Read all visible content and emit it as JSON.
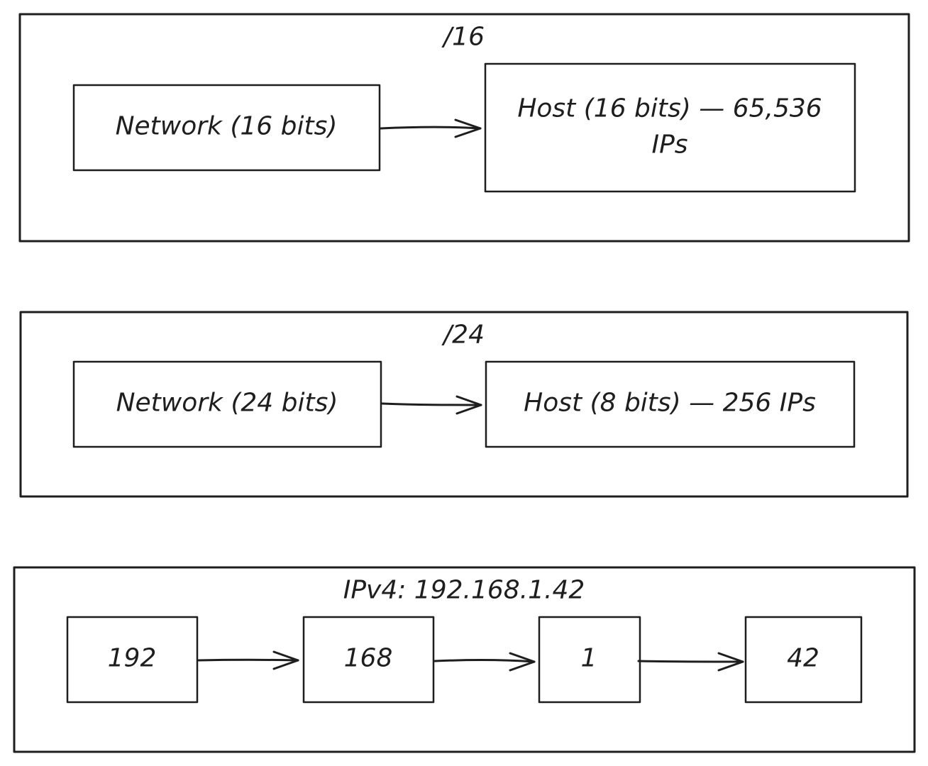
{
  "diagram": {
    "group_16": {
      "title": "/16",
      "network": "Network (16 bits)",
      "host_line1": "Host (16 bits) — 65,536",
      "host_line2": "IPs"
    },
    "group_24": {
      "title": "/24",
      "network": "Network (24 bits)",
      "host": "Host (8 bits) — 256 IPs"
    },
    "group_ipv4": {
      "title": "IPv4: 192.168.1.42",
      "octets": [
        "192",
        "168",
        "1",
        "42"
      ]
    },
    "edges": [
      {
        "from": "Network (16 bits)",
        "to": "Host (16 bits) — 65,536 IPs"
      },
      {
        "from": "Network (24 bits)",
        "to": "Host (8 bits) — 256 IPs"
      },
      {
        "from": "192",
        "to": "168"
      },
      {
        "from": "168",
        "to": "1"
      },
      {
        "from": "1",
        "to": "42"
      }
    ]
  }
}
